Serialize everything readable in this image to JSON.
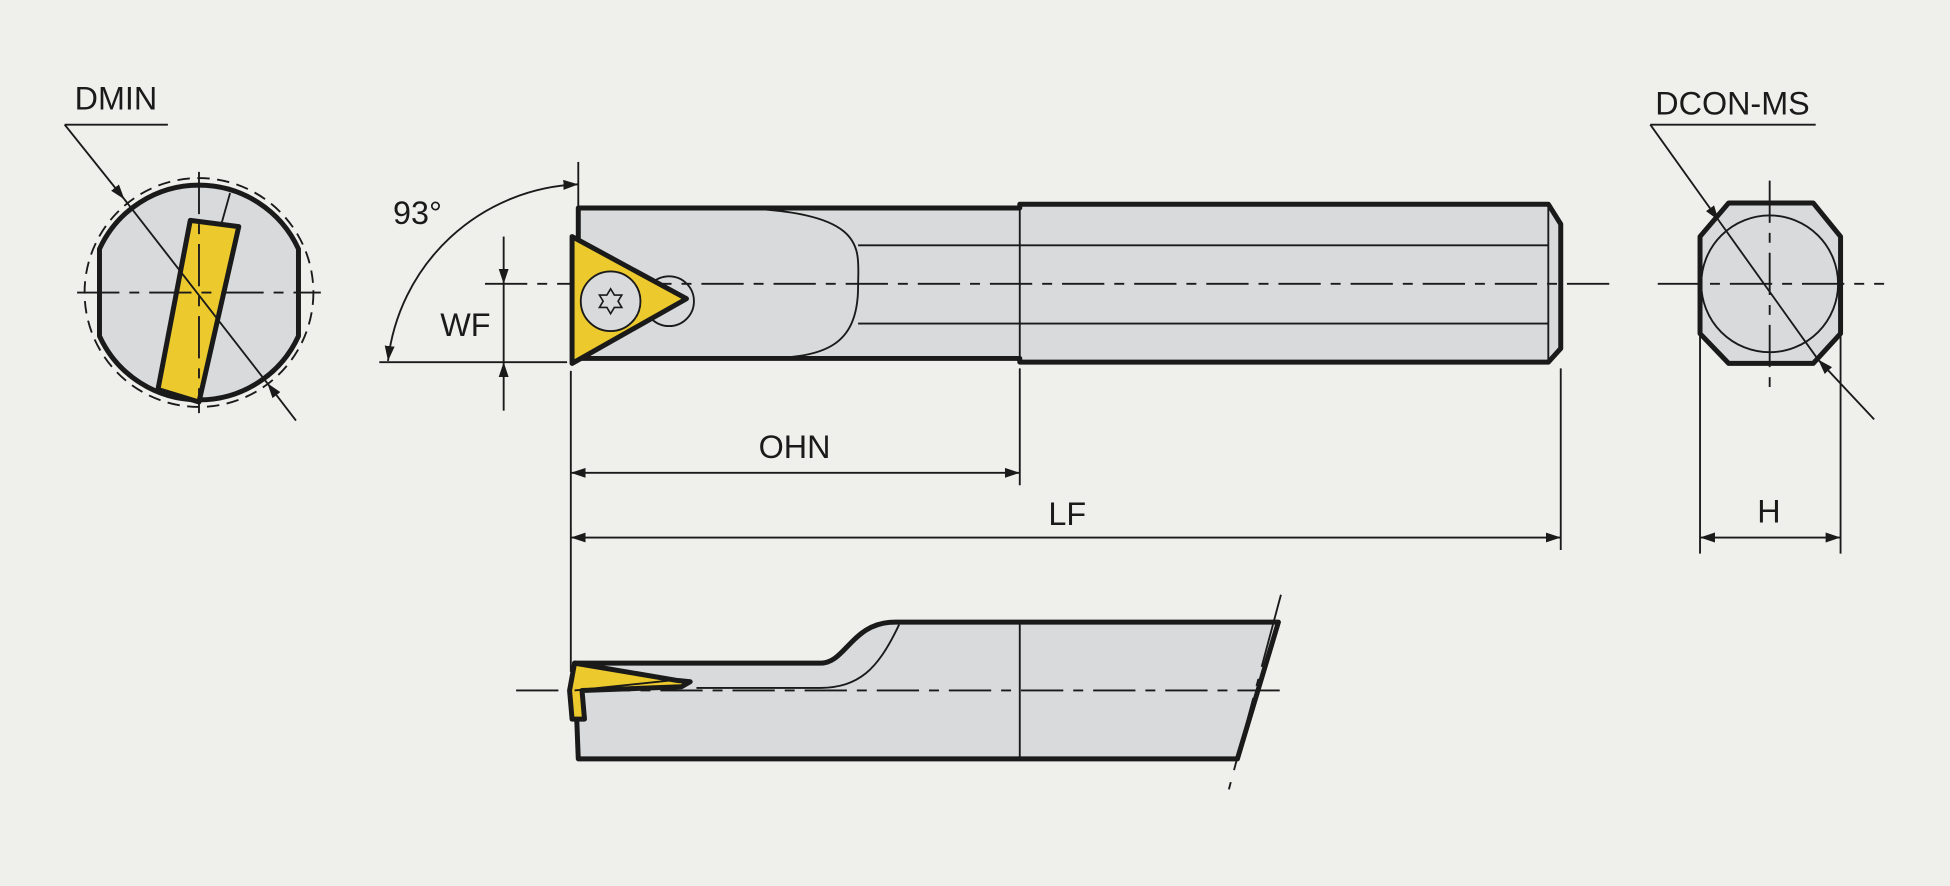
{
  "labels": {
    "dmin": "DMIN",
    "dcon_ms": "DCON-MS",
    "angle": "93°",
    "wf": "WF",
    "ohn": "OHN",
    "lf": "LF",
    "h": "H"
  },
  "colors": {
    "background": "#efefec",
    "body": "#d8dadb",
    "insert": "#ecc92c",
    "line": "#1a1a1a"
  }
}
